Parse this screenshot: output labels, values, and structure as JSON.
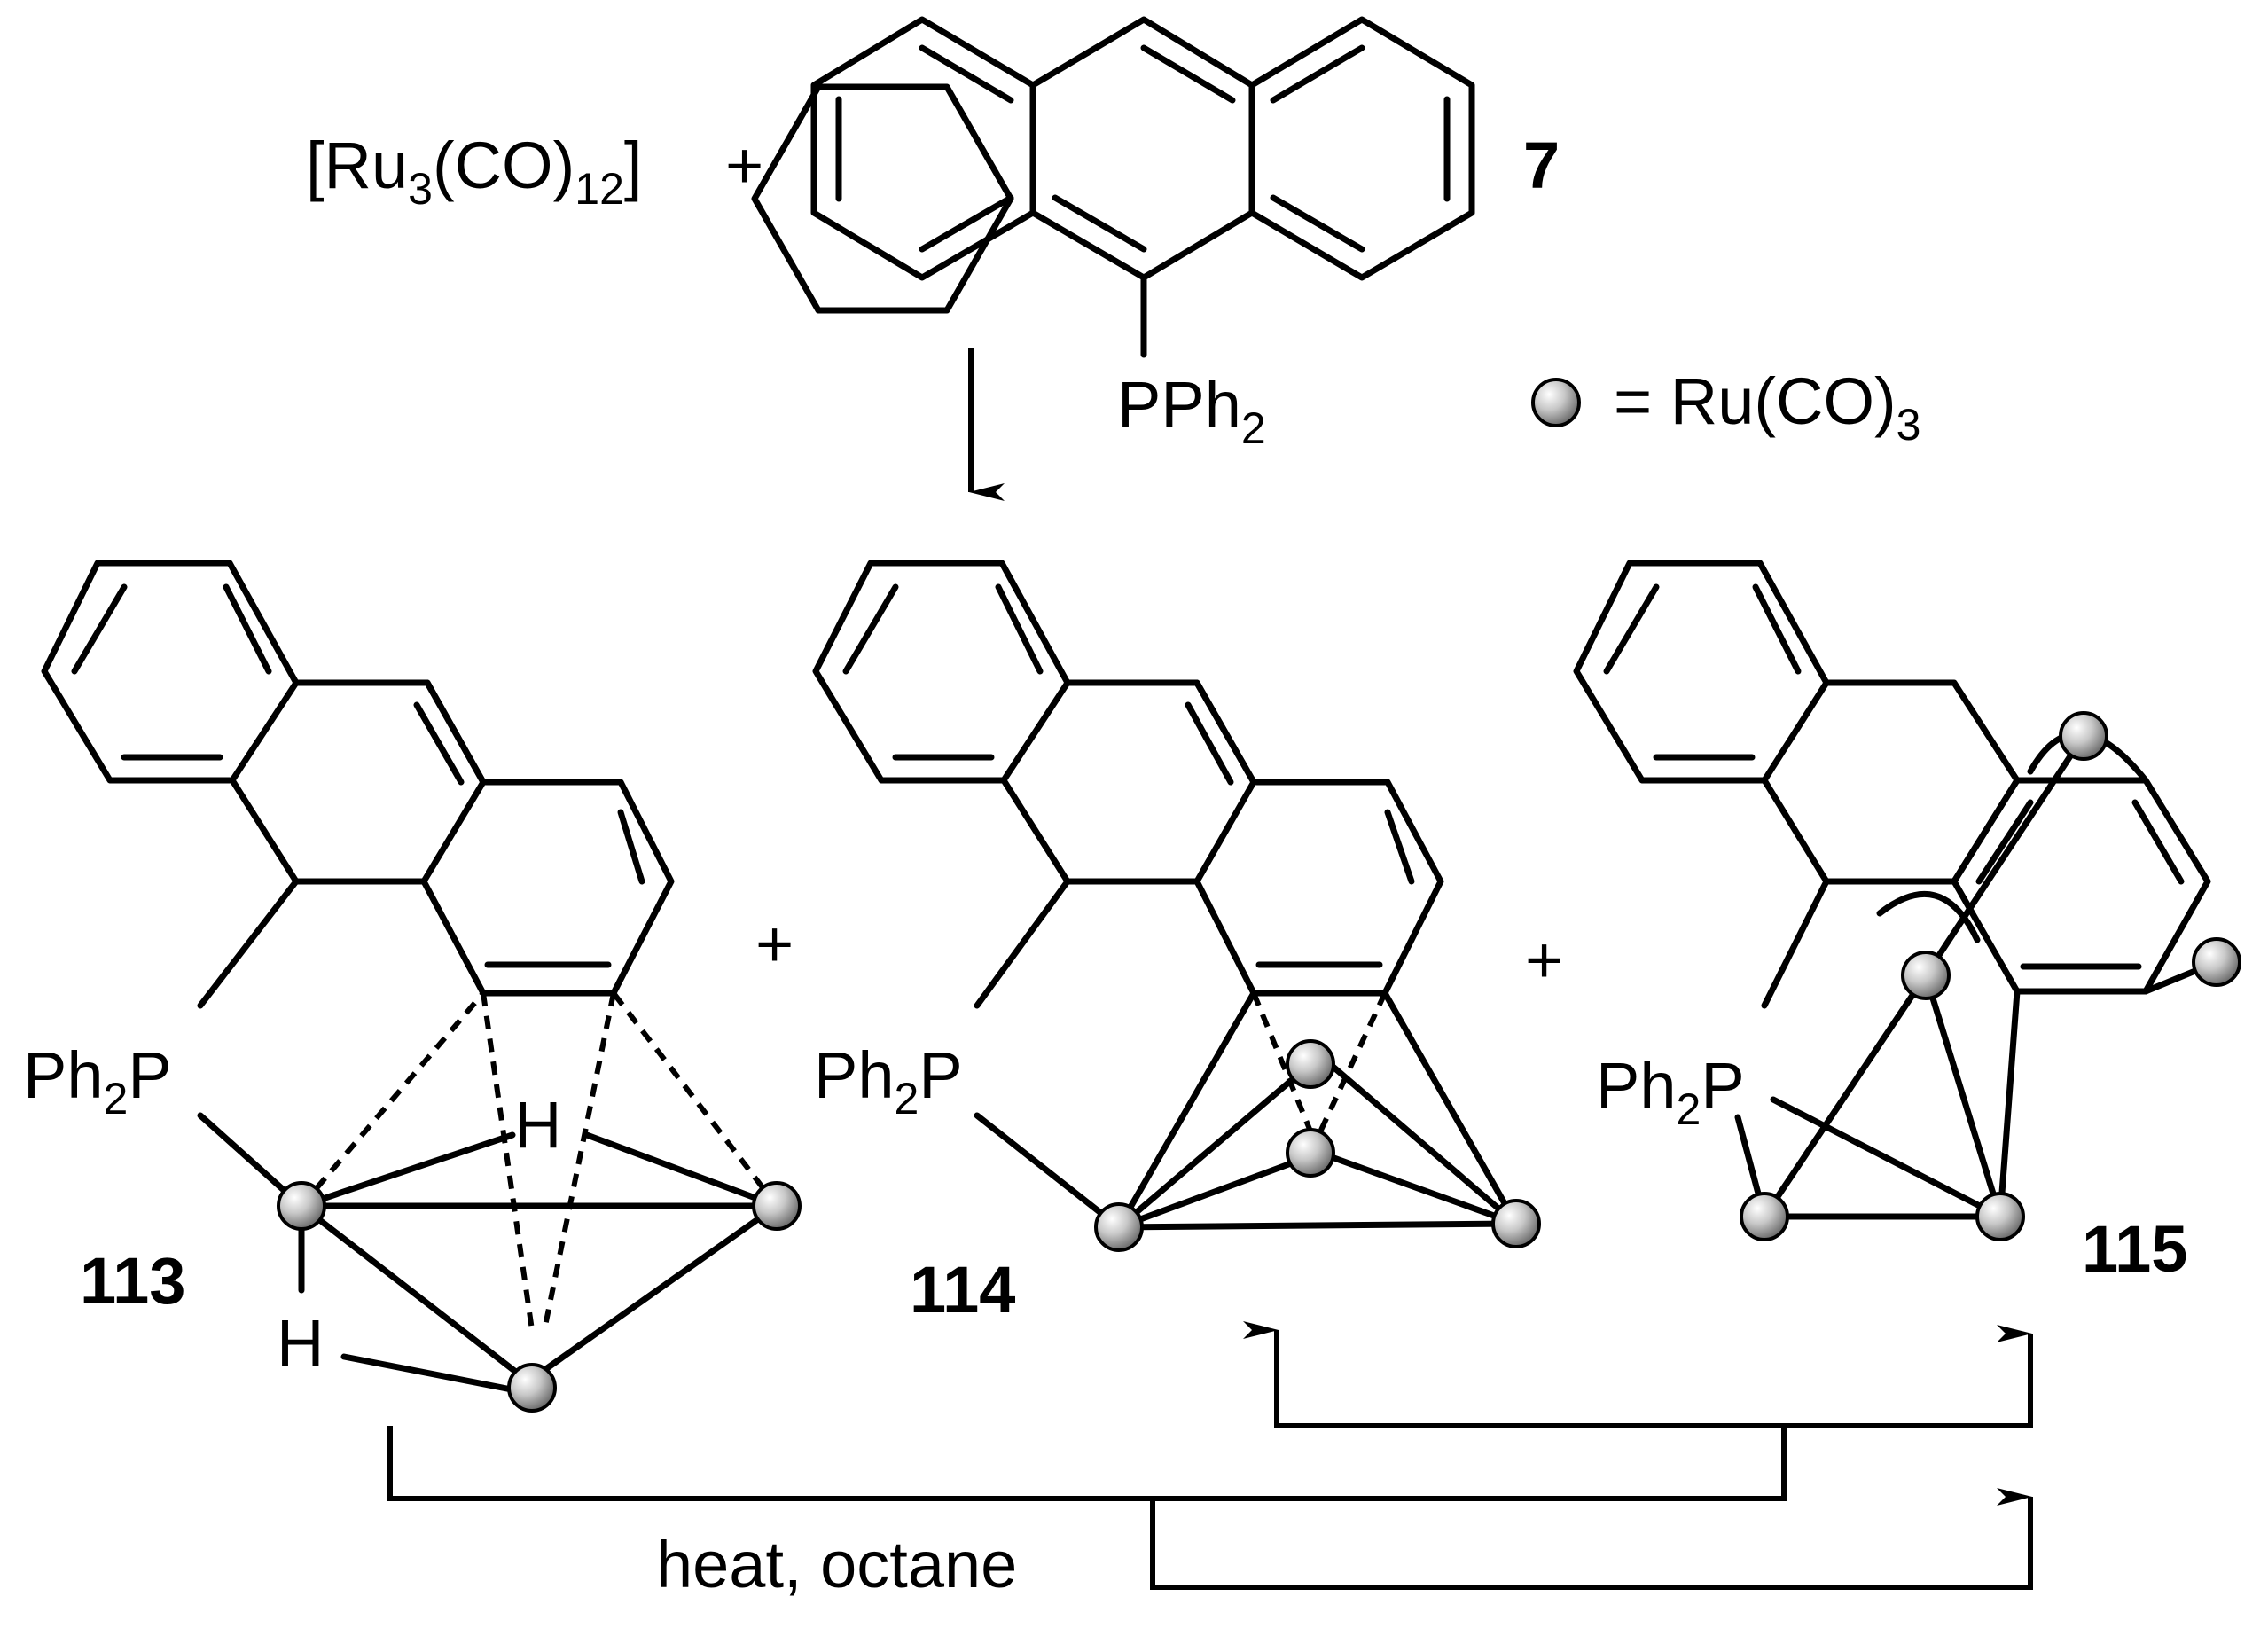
{
  "reagents": {
    "ru_complex": {
      "open": "[Ru",
      "sub1": "3",
      "mid": "(CO)",
      "sub2": "12",
      "close": "]"
    },
    "plus": "+",
    "ligand_number": "7",
    "ligand_substituent": {
      "main": "PPh",
      "sub": "2"
    }
  },
  "legend": {
    "text": "= Ru(CO)",
    "sub": "3"
  },
  "products": [
    {
      "number": "113",
      "phosphine": {
        "main": "Ph",
        "sub": "2",
        "tail": "P"
      },
      "hydride_labels": [
        "H",
        "H"
      ]
    },
    {
      "number": "114",
      "phosphine": {
        "main": "Ph",
        "sub": "2",
        "tail": "P"
      }
    },
    {
      "number": "115",
      "phosphine": {
        "main": "Ph",
        "sub": "2",
        "tail": "P"
      }
    }
  ],
  "plus_signs": [
    "+",
    "+"
  ],
  "conditions": "heat, octane",
  "colors": {
    "ink": "#000000",
    "ru_sphere_light": "#f2f2f2",
    "ru_sphere_dark": "#6a6a6a"
  }
}
